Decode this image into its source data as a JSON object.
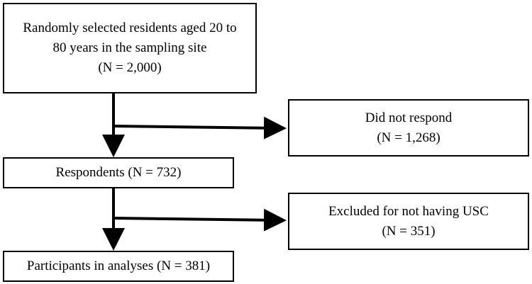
{
  "flowchart": {
    "selected": {
      "line1": "Randomly selected residents aged 20 to",
      "line2": "80 years in the sampling site",
      "line3": "(N = 2,000)"
    },
    "nonresponse": {
      "line1": "Did not respond",
      "line2": "(N = 1,268)"
    },
    "respondents": {
      "line1": "Respondents (N = 732)"
    },
    "excluded": {
      "line1": "Excluded for not having USC",
      "line2": "(N = 351)"
    },
    "participants": {
      "line1": "Participants in analyses (N = 381)"
    }
  },
  "colors": {
    "stroke": "#000000",
    "background": "#ffffff"
  }
}
